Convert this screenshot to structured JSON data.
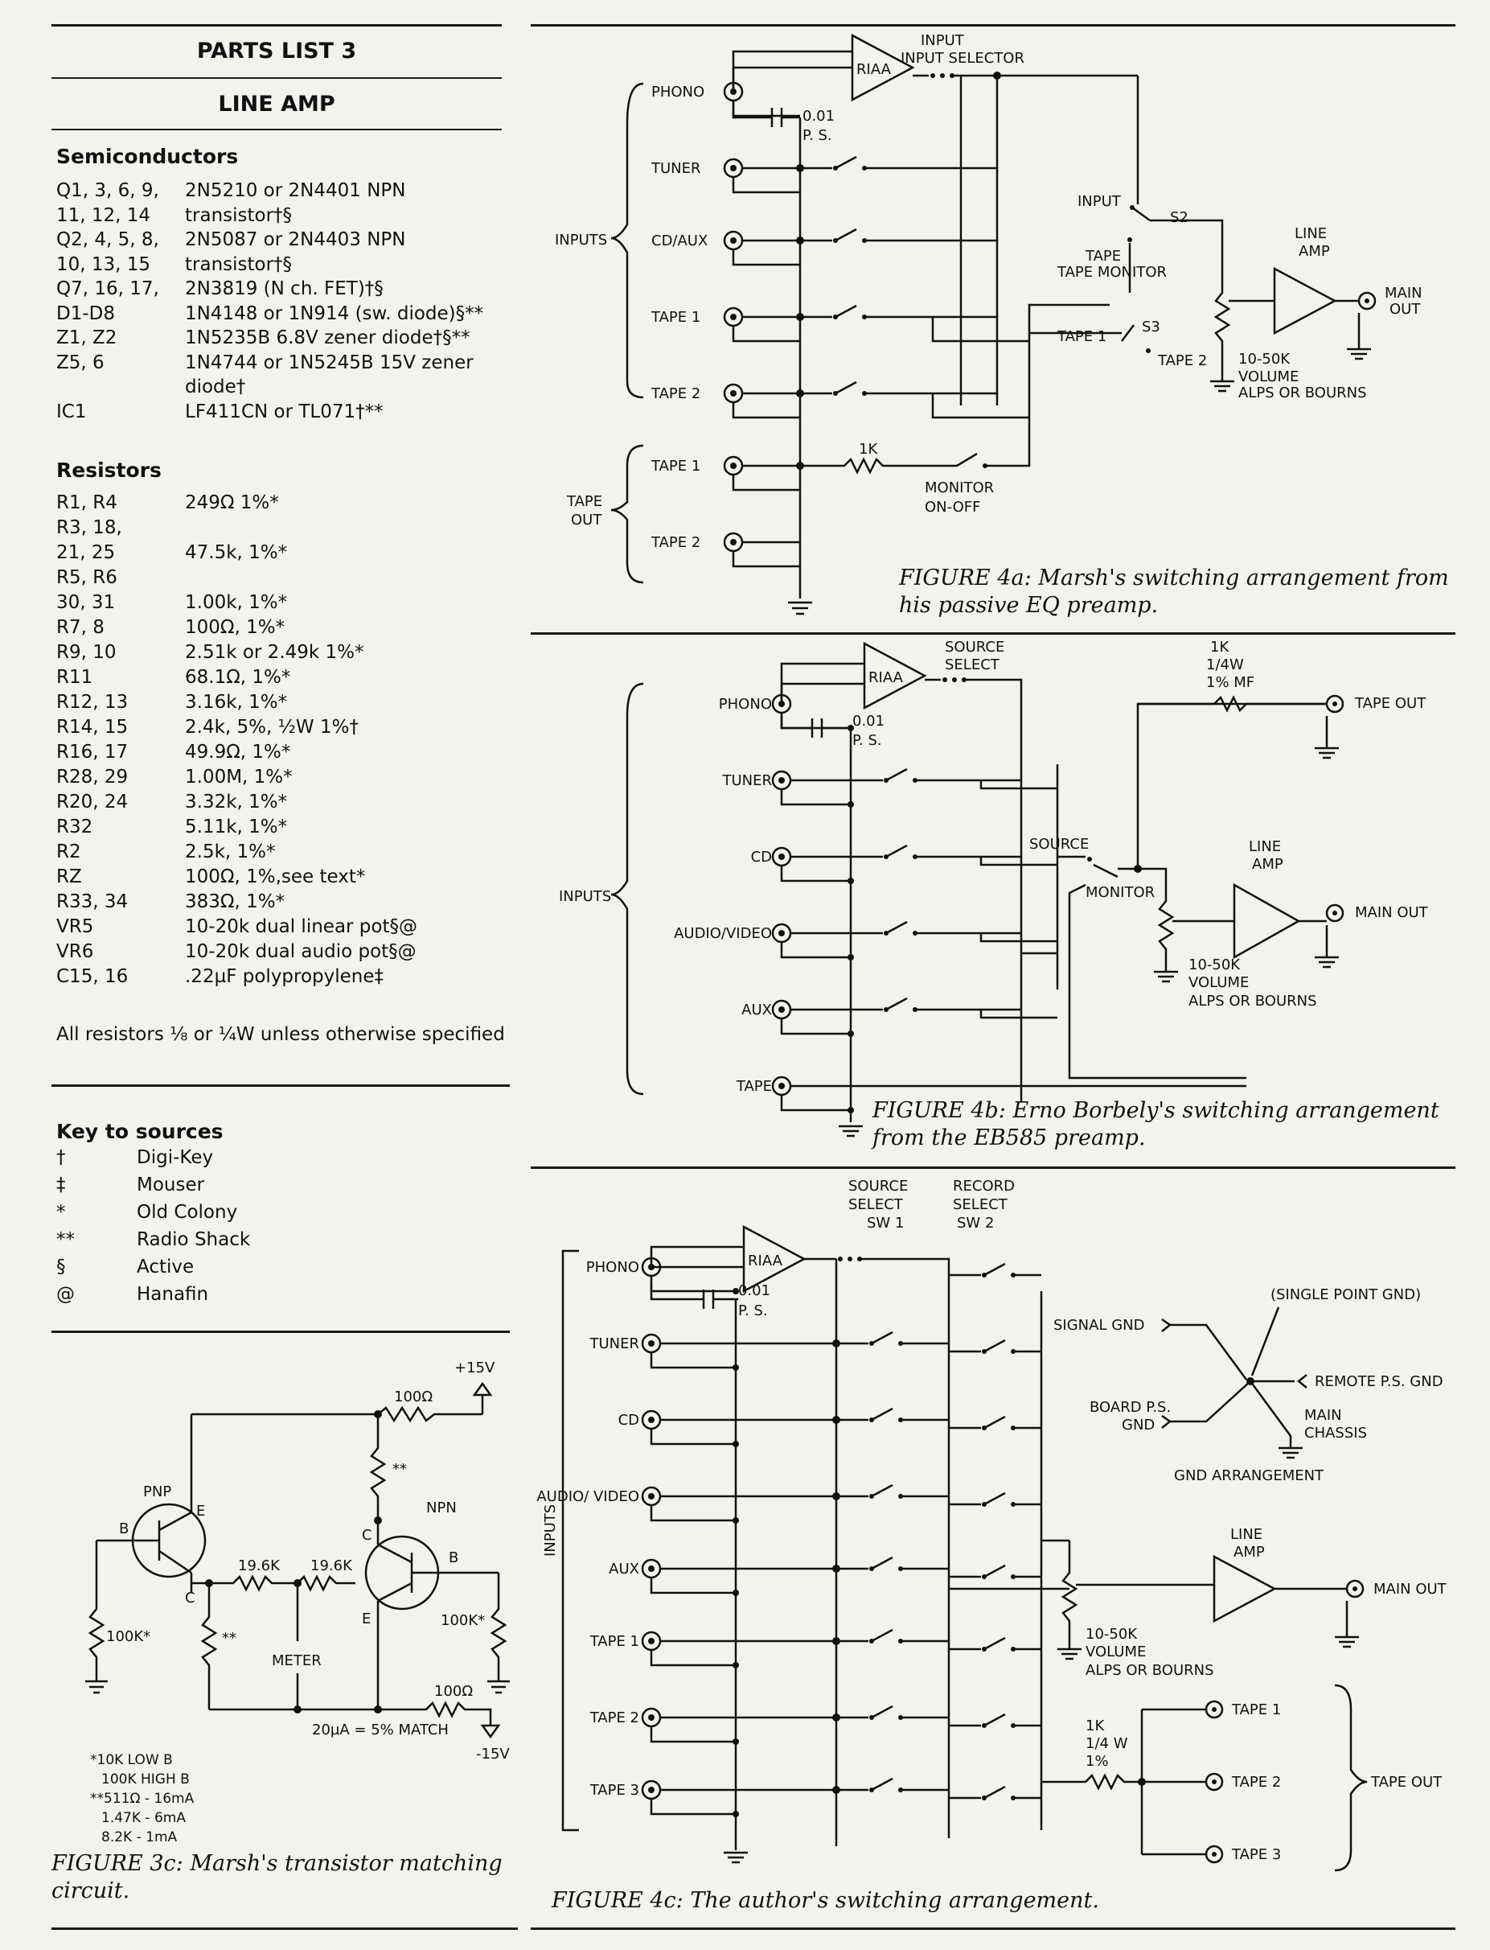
{
  "parts_list": {
    "title": "PARTS LIST 3",
    "subtitle": "LINE AMP",
    "semiconductors_heading": "Semiconductors",
    "semiconductors": [
      {
        "ref": "Q1, 3, 6, 9,",
        "desc": "2N5210 or 2N4401 NPN"
      },
      {
        "ref": "11, 12, 14",
        "desc": "transistor†§"
      },
      {
        "ref": "Q2, 4, 5, 8,",
        "desc": "2N5087 or 2N4403 NPN"
      },
      {
        "ref": "10, 13, 15",
        "desc": "transistor†§"
      },
      {
        "ref": "Q7, 16, 17,",
        "desc": "2N3819 (N ch. FET)†§"
      },
      {
        "ref": "D1-D8",
        "desc": "1N4148 or 1N914 (sw. diode)§**"
      },
      {
        "ref": "Z1, Z2",
        "desc": "1N5235B 6.8V zener diode†§**"
      },
      {
        "ref": "Z5, 6",
        "desc": "1N4744 or 1N5245B 15V zener"
      },
      {
        "ref": "",
        "desc": "diode†"
      },
      {
        "ref": "IC1",
        "desc": "LF411CN or TL071†**"
      }
    ],
    "resistors_heading": "Resistors",
    "resistors": [
      {
        "ref": "R1, R4",
        "desc": "249Ω 1%*"
      },
      {
        "ref": "R3, 18,",
        "desc": ""
      },
      {
        "ref": "21, 25",
        "desc": "47.5k, 1%*"
      },
      {
        "ref": "R5, R6",
        "desc": ""
      },
      {
        "ref": "30, 31",
        "desc": "1.00k, 1%*"
      },
      {
        "ref": "R7, 8",
        "desc": "100Ω, 1%*"
      },
      {
        "ref": "R9, 10",
        "desc": "2.51k or 2.49k 1%*"
      },
      {
        "ref": "R11",
        "desc": "68.1Ω, 1%*"
      },
      {
        "ref": "R12, 13",
        "desc": "3.16k, 1%*"
      },
      {
        "ref": "R14, 15",
        "desc": "2.4k, 5%, ½W 1%†"
      },
      {
        "ref": "R16, 17",
        "desc": "49.9Ω, 1%*"
      },
      {
        "ref": "R28, 29",
        "desc": "1.00M, 1%*"
      },
      {
        "ref": "R20, 24",
        "desc": "3.32k, 1%*"
      },
      {
        "ref": "R32",
        "desc": "5.11k, 1%*"
      },
      {
        "ref": "R2",
        "desc": "2.5k, 1%*"
      },
      {
        "ref": "RZ",
        "desc": "100Ω, 1%,see text*"
      },
      {
        "ref": "R33, 34",
        "desc": "383Ω, 1%*"
      },
      {
        "ref": "VR5",
        "desc": "10-20k dual linear pot§@"
      },
      {
        "ref": "VR6",
        "desc": "10-20k dual audio pot§@"
      },
      {
        "ref": "C15, 16",
        "desc": ".22µF polypropylene‡"
      }
    ],
    "resistor_note": "All resistors ⅛ or ¼W unless otherwise specified",
    "key_heading": "Key to sources",
    "key": [
      {
        "sym": "†",
        "name": "Digi-Key"
      },
      {
        "sym": "‡",
        "name": "Mouser"
      },
      {
        "sym": "*",
        "name": "Old Colony"
      },
      {
        "sym": "**",
        "name": "Radio Shack"
      },
      {
        "sym": "§",
        "name": "Active"
      },
      {
        "sym": "@",
        "name": "Hanafin"
      }
    ]
  },
  "fig3c": {
    "caption": "FIGURE 3c: Marsh's transistor matching circuit.",
    "plus15": "+15V",
    "minus15": "-15V",
    "r100_top": "100Ω",
    "r100_bot": "100Ω",
    "star2": "**",
    "pnp": "PNP",
    "npn": "NPN",
    "b": "B",
    "e": "E",
    "c": "C",
    "r196a": "19.6K",
    "r196b": "19.6K",
    "r100k_l": "100K*",
    "r100k_r": "100K*",
    "meter": "METER",
    "match": "20µA = 5% MATCH",
    "notes": [
      "*10K LOW B",
      "100K HIGH B",
      "**511Ω - 16mA",
      "1.47K - 6mA",
      "8.2K - 1mA"
    ]
  },
  "fig4a": {
    "caption": "FIGURE 4a: Marsh's switching arrangement from his passive EQ preamp.",
    "input_selector": "INPUT SELECTOR",
    "riaa": "RIAA",
    "cap": "0.01",
    "ps": "P. S.",
    "inputs_label": "INPUTS",
    "inputs": [
      "PHONO",
      "TUNER",
      "CD/AUX",
      "TAPE 1",
      "TAPE 2"
    ],
    "tape_out_label": "TAPE OUT",
    "tape_outs": [
      "TAPE 1",
      "TAPE 2"
    ],
    "r1k": "1K",
    "monitor": "MONITOR ON-OFF",
    "input_pos": "INPUT",
    "s2": "S2",
    "tape_monitor": "TAPE MONITOR",
    "tape1_pos": "TAPE 1",
    "s3": "S3",
    "tape2_pos": "TAPE 2",
    "line_amp": "LINE AMP",
    "main_out": "MAIN OUT",
    "volume": "10-50K VOLUME ALPS OR BOURNS"
  },
  "fig4b": {
    "caption": "FIGURE 4b: Erno Borbely's switching arrangement from the EB585 preamp.",
    "source_select": "SOURCE SELECT",
    "riaa": "RIAA",
    "cap": "0.01",
    "ps": "P. S.",
    "inputs_label": "INPUTS",
    "inputs": [
      "PHONO",
      "TUNER",
      "CD",
      "AUDIO/VIDEO",
      "AUX",
      "TAPE"
    ],
    "r1k": "1K 1/4W 1% MF",
    "tape_out": "TAPE OUT",
    "source": "SOURCE",
    "monitor": "MONITOR",
    "line_amp": "LINE AMP",
    "main_out": "MAIN OUT",
    "volume": "10-50K VOLUME ALPS OR BOURNS"
  },
  "fig4c": {
    "caption": "FIGURE 4c: The author's switching arrangement.",
    "source_select": "SOURCE SELECT SW 1",
    "record_select": "RECORD SELECT SW 2",
    "riaa": "RIAA",
    "cap": "0.01",
    "ps": "P. S.",
    "inputs_label": "INPUTS",
    "inputs": [
      "PHONO",
      "TUNER",
      "CD",
      "AUDIO/ VIDEO",
      "AUX",
      "TAPE 1",
      "TAPE 2",
      "TAPE 3"
    ],
    "signal_gnd": "SIGNAL GND",
    "single_point": "(SINGLE POINT GND)",
    "remote_ps": "REMOTE P.S. GND",
    "board_ps": "BOARD P.S. GND",
    "main_chassis": "MAIN CHASSIS",
    "gnd_arr": "GND ARRANGEMENT",
    "line_amp": "LINE AMP",
    "main_out": "MAIN OUT",
    "volume": "10-50K VOLUME ALPS OR BOURNS",
    "r1k": "1K 1/4 W 1%",
    "tape_outs": [
      "TAPE 1",
      "TAPE 2",
      "TAPE 3"
    ],
    "tape_out": "TAPE OUT"
  }
}
